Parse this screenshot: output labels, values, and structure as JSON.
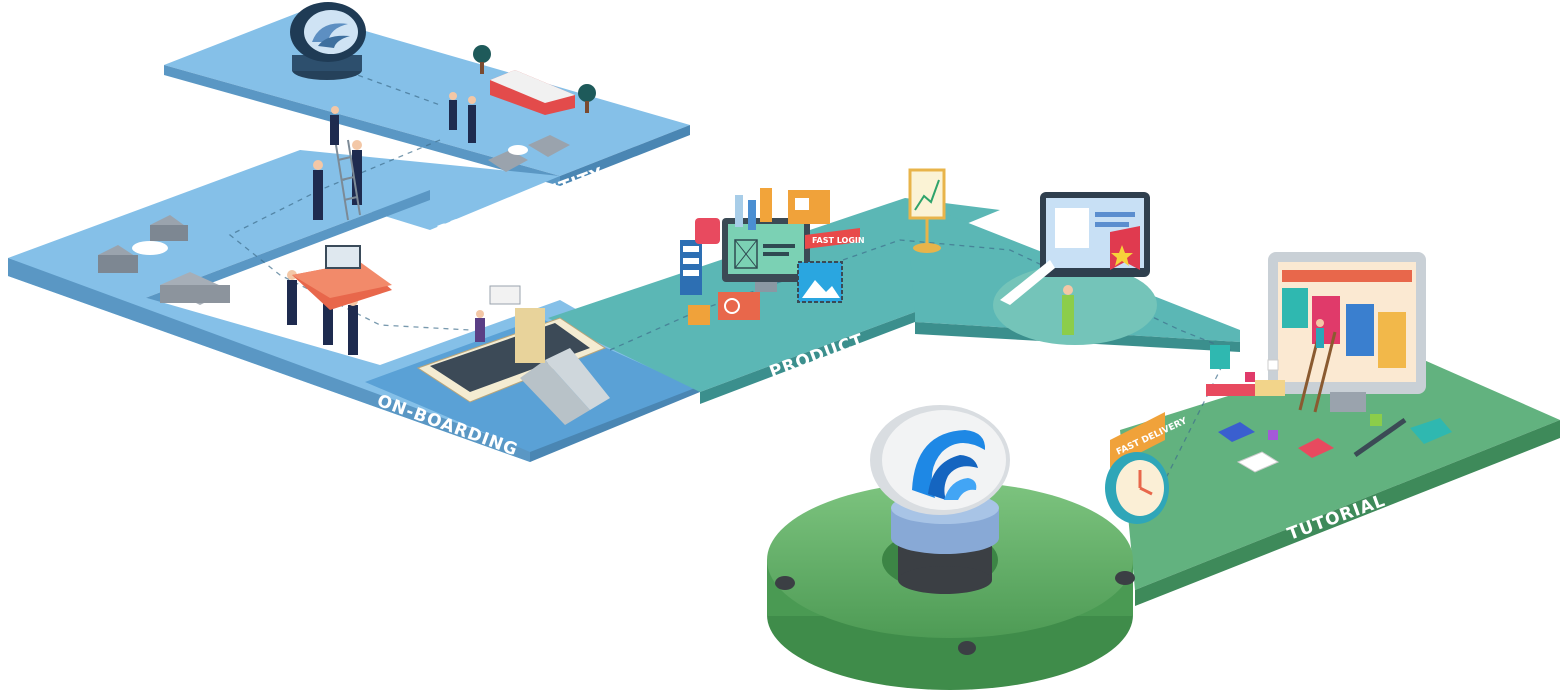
{
  "stages": {
    "brand_identity": {
      "label": "BRAND IDENTITY"
    },
    "on_boarding": {
      "label": "ON-BOARDING"
    },
    "product": {
      "label": "PRODUCT"
    },
    "tutorial": {
      "label": "TUTORIAL"
    }
  },
  "signs": {
    "fast_login": "FAST LOGIN",
    "fast_delivery": "FAST DELIVERY"
  },
  "colors": {
    "brand_path": "#7fbce6",
    "product_path": "#5bb7b5",
    "tutorial_path": "#5fb07e",
    "logo_blue": "#1e88e5"
  },
  "icons": [
    "wave-logo-icon",
    "trend-chart-icon",
    "clock-icon",
    "share-icon",
    "star-icon",
    "mountain-image-icon"
  ]
}
